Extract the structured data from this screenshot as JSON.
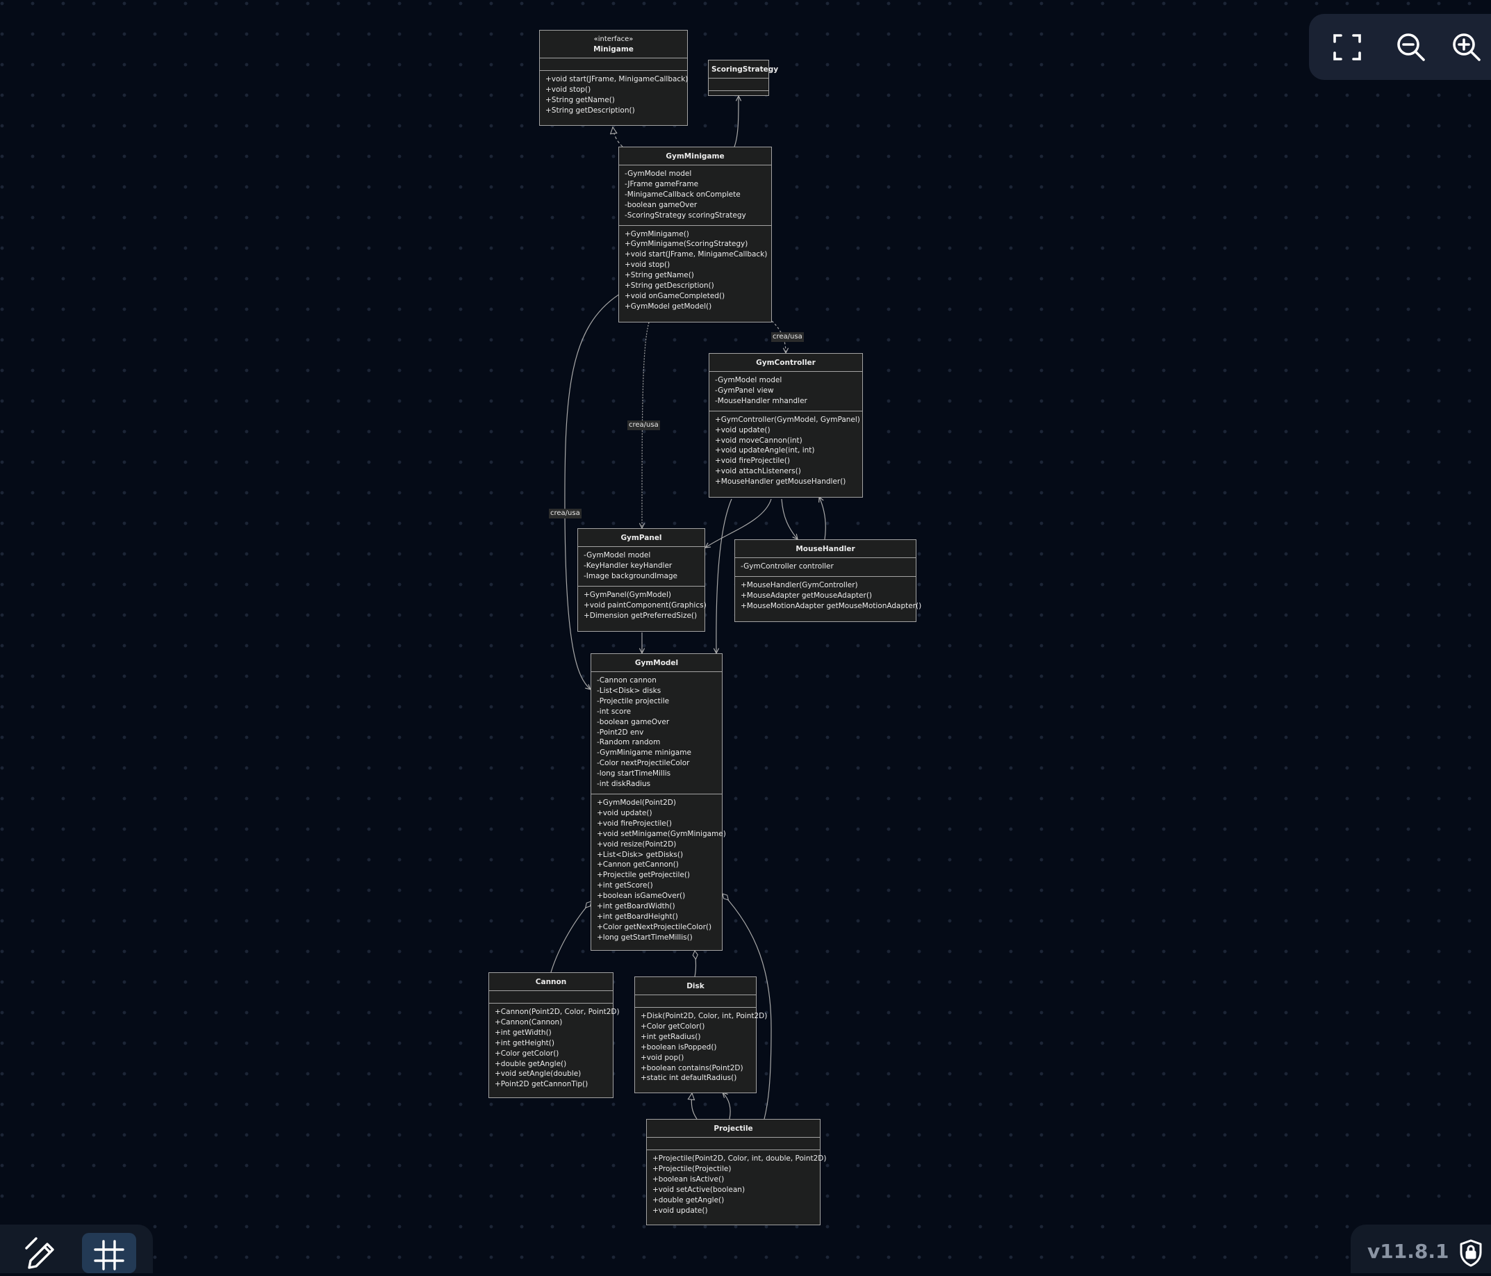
{
  "diagram": {
    "classes": [
      {
        "id": "minigame",
        "stereotype": "«interface»",
        "name": "Minigame",
        "attributes": [],
        "methods": [
          "+void start(JFrame, MinigameCallback)",
          "+void stop()",
          "+String getName()",
          "+String getDescription()"
        ]
      },
      {
        "id": "scoring",
        "name": "ScoringStrategy",
        "attributes": [],
        "methods": []
      },
      {
        "id": "gymminigame",
        "name": "GymMinigame",
        "attributes": [
          "-GymModel model",
          "-JFrame gameFrame",
          "-MinigameCallback onComplete",
          "-boolean gameOver",
          "-ScoringStrategy scoringStrategy"
        ],
        "methods": [
          "+GymMinigame()",
          "+GymMinigame(ScoringStrategy)",
          "+void start(JFrame, MinigameCallback)",
          "+void stop()",
          "+String getName()",
          "+String getDescription()",
          "+void onGameCompleted()",
          "+GymModel getModel()"
        ]
      },
      {
        "id": "gymcontroller",
        "name": "GymController",
        "attributes": [
          "-GymModel model",
          "-GymPanel view",
          "-MouseHandler mhandler"
        ],
        "methods": [
          "+GymController(GymModel, GymPanel)",
          "+void update()",
          "+void moveCannon(int)",
          "+void updateAngle(int, int)",
          "+void fireProjectile()",
          "+void attachListeners()",
          "+MouseHandler getMouseHandler()"
        ]
      },
      {
        "id": "gympanel",
        "name": "GymPanel",
        "attributes": [
          "-GymModel model",
          "-KeyHandler keyHandler",
          "-Image backgroundImage"
        ],
        "methods": [
          "+GymPanel(GymModel)",
          "+void paintComponent(Graphics)",
          "+Dimension getPreferredSize()"
        ]
      },
      {
        "id": "mousehandler",
        "name": "MouseHandler",
        "attributes": [
          "-GymController controller"
        ],
        "methods": [
          "+MouseHandler(GymController)",
          "+MouseAdapter getMouseAdapter()",
          "+MouseMotionAdapter getMouseMotionAdapter()"
        ]
      },
      {
        "id": "gymmodel",
        "name": "GymModel",
        "attributes": [
          "-Cannon cannon",
          "-List<Disk> disks",
          "-Projectile projectile",
          "-int score",
          "-boolean gameOver",
          "-Point2D env",
          "-Random random",
          "-GymMinigame minigame",
          "-Color nextProjectileColor",
          "-long startTimeMillis",
          "-int diskRadius"
        ],
        "methods": [
          "+GymModel(Point2D)",
          "+void update()",
          "+void fireProjectile()",
          "+void setMinigame(GymMinigame)",
          "+void resize(Point2D)",
          "+List<Disk> getDisks()",
          "+Cannon getCannon()",
          "+Projectile getProjectile()",
          "+int getScore()",
          "+boolean isGameOver()",
          "+int getBoardWidth()",
          "+int getBoardHeight()",
          "+Color getNextProjectileColor()",
          "+long getStartTimeMillis()"
        ]
      },
      {
        "id": "cannon",
        "name": "Cannon",
        "attributes": [],
        "methods": [
          "+Cannon(Point2D, Color, Point2D)",
          "+Cannon(Cannon)",
          "+int getWidth()",
          "+int getHeight()",
          "+Color getColor()",
          "+double getAngle()",
          "+void setAngle(double)",
          "+Point2D getCannonTip()"
        ]
      },
      {
        "id": "disk",
        "name": "Disk",
        "attributes": [],
        "methods": [
          "+Disk(Point2D, Color, int, Point2D)",
          "+Color getColor()",
          "+int getRadius()",
          "+boolean isPopped()",
          "+void pop()",
          "+boolean contains(Point2D)",
          "+static int defaultRadius()"
        ]
      },
      {
        "id": "projectile",
        "name": "Projectile",
        "attributes": [],
        "methods": [
          "+Projectile(Point2D, Color, int, double, Point2D)",
          "+Projectile(Projectile)",
          "+boolean isActive()",
          "+void setActive(boolean)",
          "+double getAngle()",
          "+void update()"
        ]
      }
    ],
    "edge_labels": {
      "gm_gc": "crea/usa",
      "gm_gp": "crea/usa",
      "gm_model": "crea/usa"
    }
  },
  "toolbar": {
    "icons": [
      "fit-screen-icon",
      "zoom-out-icon",
      "zoom-in-icon"
    ]
  },
  "bottom_bar": {
    "icons": [
      "edit-pen-icon",
      "grid-icon",
      "lock-icon"
    ],
    "version": "v11.8.1"
  },
  "colors": {
    "background": "#050b17",
    "node_fill": "#1e1f1f",
    "node_stroke": "#a3a3a3",
    "edge": "#a8a8a8",
    "grid_button_active": "#233a55"
  }
}
